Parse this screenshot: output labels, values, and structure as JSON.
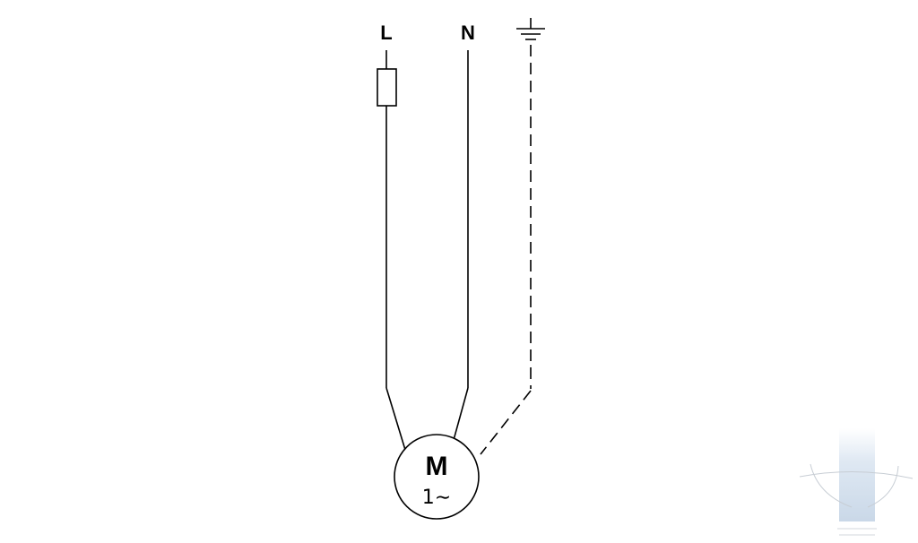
{
  "diagram": {
    "terminals": {
      "line": "L",
      "neutral": "N",
      "earth_icon": "ground-icon"
    },
    "fuse_icon": "fuse-icon",
    "motor": {
      "letter": "M",
      "phase": "1∼"
    },
    "watermark_icon": "logo-watermark-icon",
    "colors": {
      "line": "#000000",
      "background": "#ffffff",
      "watermark": "#b8cde3"
    }
  }
}
